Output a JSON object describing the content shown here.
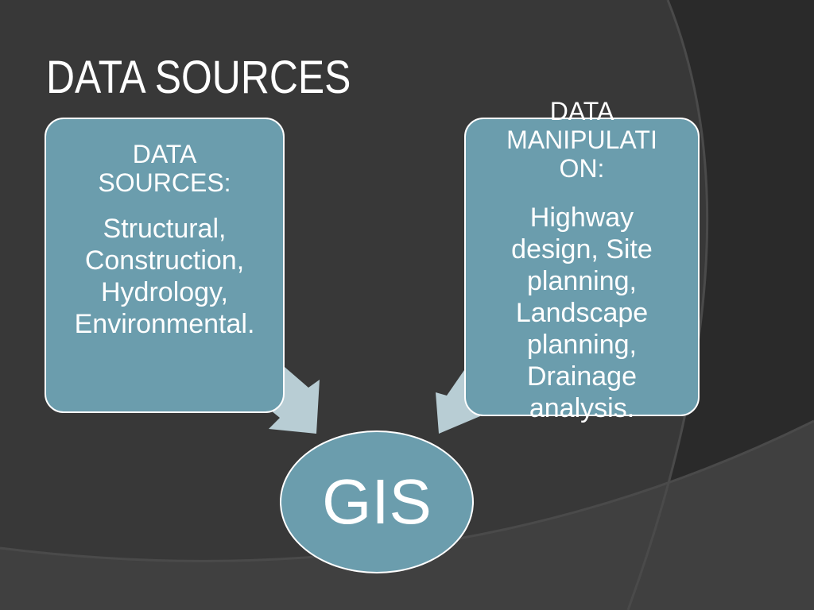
{
  "slide": {
    "title": "DATA SOURCES"
  },
  "left_box": {
    "heading_line1": "DATA",
    "heading_line2": "SOURCES:",
    "body_lines": [
      "Structural,",
      "Construction,",
      "Hydrology,",
      "Environmental."
    ]
  },
  "right_box": {
    "heading_lines": [
      "DATA",
      "MANIPULATI",
      "ON:"
    ],
    "body_lines": [
      "Highway",
      "design, Site",
      "planning,",
      "Landscape",
      "planning,",
      "Drainage",
      "analysis."
    ]
  },
  "center": {
    "label": "GIS"
  },
  "colors": {
    "background": "#2a2a2a",
    "box_fill": "#6b9dad",
    "arrow_fill": "#b8cdd4",
    "text": "#ffffff"
  }
}
